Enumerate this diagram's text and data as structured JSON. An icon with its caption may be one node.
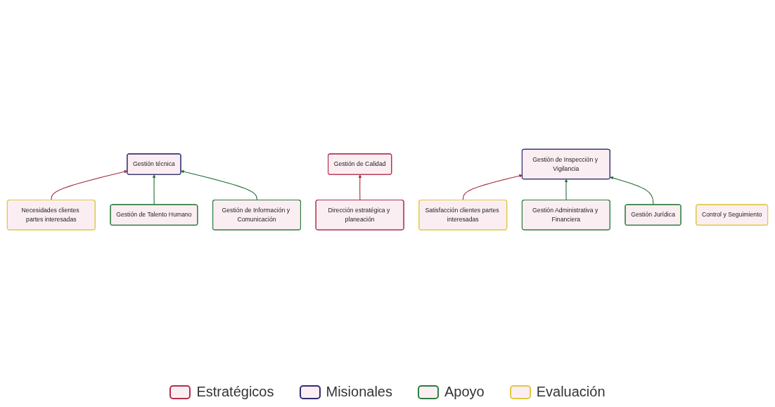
{
  "diagram": {
    "nodes": [
      {
        "text": [
          "Necesidades clientes partes interesadas"
        ]
      },
      {
        "text": [
          "Dirección estratégica y planeación"
        ]
      },
      {
        "text": [
          "Gestión de Calidad"
        ]
      },
      {
        "text": [
          "Gestión técnica"
        ]
      },
      {
        "text": [
          "Gestión de Inspección y Vigilancia"
        ]
      },
      {
        "text": [
          "Satisfacción clientes partes interesadas"
        ]
      },
      {
        "text": [
          "Gestión de Talento Humano"
        ]
      },
      {
        "text": [
          "Gestión de Información y Comunicación"
        ]
      },
      {
        "text": [
          "Gestión Administrativa y Financiera"
        ]
      },
      {
        "text": [
          "Gestión Jurídica"
        ]
      },
      {
        "text": [
          "Control y Seguimiento"
        ]
      }
    ],
    "edges": [
      {
        "from": 1,
        "to": 2,
        "arrow": "to",
        "color": "#a0283c"
      },
      {
        "from": 0,
        "to": 3,
        "arrow": "to",
        "color": "#a0283c"
      },
      {
        "from": 5,
        "to": 4,
        "arrow": "to",
        "color": "#a0283c"
      },
      {
        "from": 6,
        "to": 3,
        "arrow": "to"
      },
      {
        "from": 7,
        "to": 3,
        "arrow": "to"
      },
      {
        "from": 8,
        "to": 4,
        "arrow": "to"
      },
      {
        "from": 9,
        "to": 4,
        "arrow": "to"
      }
    ],
    "legend": [
      {
        "text": "Estratégicos",
        "color": "#b0304a"
      },
      {
        "text": "Misionales",
        "color": "#2e2e6e"
      },
      {
        "text": "Apoyo",
        "color": "#2e7d3e"
      },
      {
        "text": "Evaluación",
        "color": "#e0c840"
      }
    ]
  }
}
